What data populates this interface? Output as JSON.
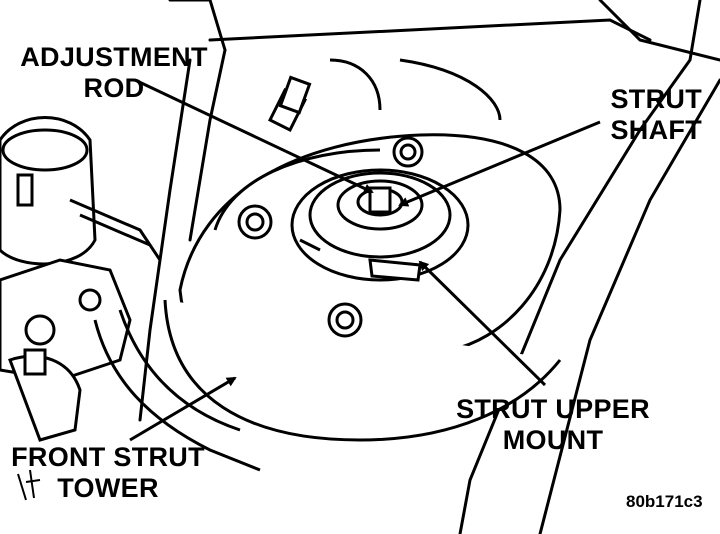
{
  "labels": {
    "adjustment_rod": [
      "ADJUSTMENT",
      "ROD"
    ],
    "strut_shaft": [
      "STRUT",
      "SHAFT"
    ],
    "strut_upper_mount": [
      "STRUT UPPER",
      "MOUNT"
    ],
    "front_strut_tower": [
      "FRONT STRUT",
      "TOWER"
    ]
  },
  "figure_ref": "80b171c3",
  "colors": {
    "ink": "#000000",
    "paper": "#ffffff"
  }
}
